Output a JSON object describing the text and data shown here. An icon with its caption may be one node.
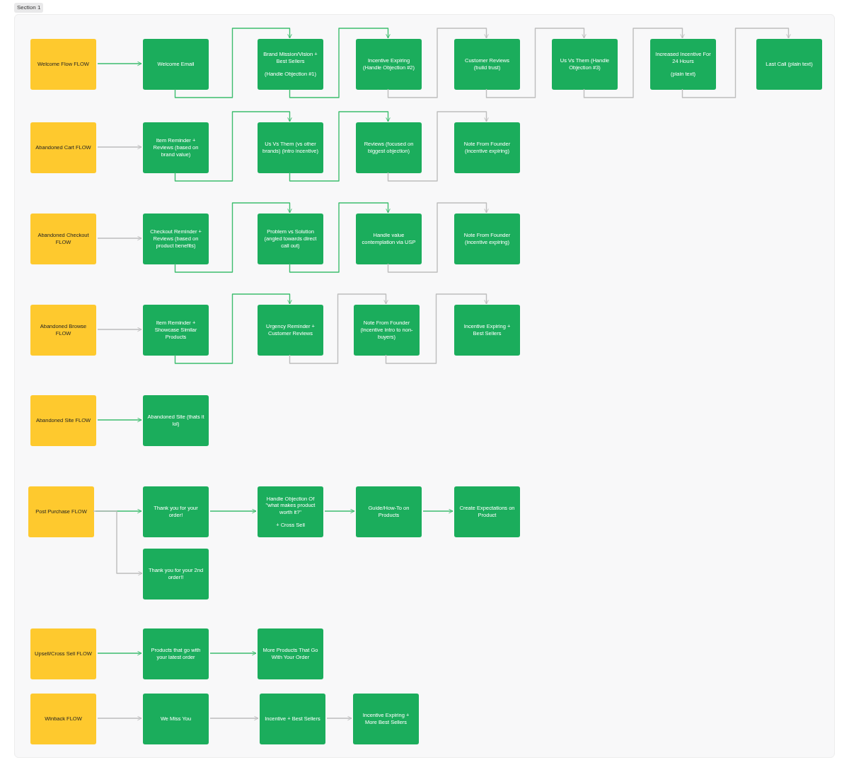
{
  "diagram": {
    "nodes": [
      {
        "text": [
          "Section 1"
        ]
      },
      {
        "text": [
          "Welcome Flow FLOW"
        ],
        "in": 0
      },
      {
        "text": [
          "Welcome Email"
        ],
        "in": 0
      },
      {
        "text": [
          "Brand Mission/Vision + Best Sellers",
          "(Handle Objection #1)"
        ],
        "in": 0
      },
      {
        "text": [
          "Incentive Expiring (Handle Objection #2)"
        ],
        "in": 0
      },
      {
        "text": [
          "Customer Reviews (build trust)"
        ],
        "in": 0
      },
      {
        "text": [
          "Us Vs Them (Handle Objection #3)"
        ],
        "in": 0
      },
      {
        "text": [
          "Increased Incentive For 24 Hours",
          "(plain text)"
        ],
        "in": 0
      },
      {
        "text": [
          "Last Call (plain text)"
        ],
        "in": 0
      },
      {
        "text": [
          "Abandoned Cart FLOW"
        ],
        "in": 0
      },
      {
        "text": [
          "Item Reminder + Reviews (based on brand value)"
        ],
        "in": 0
      },
      {
        "text": [
          "Us Vs Them (vs other brands) (intro incentive)"
        ],
        "in": 0
      },
      {
        "text": [
          "Reviews (focused on biggest objection)"
        ],
        "in": 0
      },
      {
        "text": [
          "Note From Founder (incentive expiring)"
        ],
        "in": 0
      },
      {
        "text": [
          "Abandoned Checkout FLOW"
        ],
        "in": 0
      },
      {
        "text": [
          "Checkout Reminder + Reviews (based on product benefits)"
        ],
        "in": 0
      },
      {
        "text": [
          "Problem vs Solution (angled towards direct call out)"
        ],
        "in": 0
      },
      {
        "text": [
          "Handle value contemplation via USP"
        ],
        "in": 0
      },
      {
        "text": [
          "Note From Founder (incentive expiring)"
        ],
        "in": 0
      },
      {
        "text": [
          "Abandoned Browse FLOW"
        ],
        "in": 0
      },
      {
        "text": [
          "Item Reminder + Showcase Similar Products"
        ],
        "in": 0
      },
      {
        "text": [
          "Urgency Reminder + Customer Reviews"
        ],
        "in": 0
      },
      {
        "text": [
          "Note From Founder (incentive intro to non-buyers)"
        ],
        "in": 0
      },
      {
        "text": [
          "Incentive Expiring + Best Sellers"
        ],
        "in": 0
      },
      {
        "text": [
          "Abandoned Site FLOW"
        ],
        "in": 0
      },
      {
        "text": [
          "Abandoned Site (thats it lol)"
        ],
        "in": 0
      },
      {
        "text": [
          "Post Purchase FLOW"
        ],
        "in": 0
      },
      {
        "text": [
          "Thank you for your order!"
        ],
        "in": 0
      },
      {
        "text": [
          "Handle Objection Of \"what makes product worth it?\"",
          "+ Cross Sell"
        ],
        "in": 0
      },
      {
        "text": [
          "Guide/How-To on Products"
        ],
        "in": 0
      },
      {
        "text": [
          "Create Expectations on Product"
        ],
        "in": 0
      },
      {
        "text": [
          "Thank you for your 2nd order!!"
        ],
        "in": 0
      },
      {
        "text": [
          "Upsell/Cross Sell FLOW"
        ],
        "in": 0
      },
      {
        "text": [
          "Products that go with your latest order"
        ],
        "in": 0
      },
      {
        "text": [
          "More Products That Go With Your Order"
        ],
        "in": 0
      },
      {
        "text": [
          "Winback FLOW"
        ],
        "in": 0
      },
      {
        "text": [
          "We Miss You"
        ],
        "in": 0
      },
      {
        "text": [
          "Incentive + Best Sellers"
        ],
        "in": 0
      },
      {
        "text": [
          "Incentive Expiring + More Best Sellers"
        ],
        "in": 0
      }
    ],
    "edges": [
      {
        "from": 1,
        "to": 2,
        "arrow": "to"
      },
      {
        "from": 2,
        "to": 3,
        "arrow": "to"
      },
      {
        "from": 3,
        "to": 4,
        "arrow": "to"
      },
      {
        "from": 4,
        "to": 5,
        "arrow": "to",
        "color": "#bdbdbd"
      },
      {
        "from": 5,
        "to": 6,
        "arrow": "to",
        "color": "#bdbdbd"
      },
      {
        "from": 6,
        "to": 7,
        "arrow": "to",
        "color": "#bdbdbd"
      },
      {
        "from": 7,
        "to": 8,
        "arrow": "to",
        "color": "#bdbdbd"
      },
      {
        "from": 9,
        "to": 10,
        "arrow": "to",
        "color": "#bdbdbd"
      },
      {
        "from": 10,
        "to": 11,
        "arrow": "to"
      },
      {
        "from": 11,
        "to": 12,
        "arrow": "to"
      },
      {
        "from": 12,
        "to": 13,
        "arrow": "to",
        "color": "#bdbdbd"
      },
      {
        "from": 14,
        "to": 15,
        "arrow": "to",
        "color": "#bdbdbd"
      },
      {
        "from": 15,
        "to": 16,
        "arrow": "to"
      },
      {
        "from": 16,
        "to": 17,
        "arrow": "to"
      },
      {
        "from": 17,
        "to": 18,
        "arrow": "to",
        "color": "#bdbdbd"
      },
      {
        "from": 19,
        "to": 20,
        "arrow": "to",
        "color": "#bdbdbd"
      },
      {
        "from": 20,
        "to": 21,
        "arrow": "to"
      },
      {
        "from": 21,
        "to": 22,
        "arrow": "to",
        "color": "#bdbdbd"
      },
      {
        "from": 22,
        "to": 23,
        "arrow": "to",
        "color": "#bdbdbd"
      },
      {
        "from": 24,
        "to": 25,
        "arrow": "to"
      },
      {
        "from": 26,
        "to": 27,
        "arrow": "to"
      },
      {
        "from": 26,
        "to": 31,
        "arrow": "to",
        "color": "#bdbdbd"
      },
      {
        "from": 27,
        "to": 28,
        "arrow": "to"
      },
      {
        "from": 28,
        "to": 29,
        "arrow": "to"
      },
      {
        "from": 29,
        "to": 30,
        "arrow": "to"
      },
      {
        "from": 32,
        "to": 33,
        "arrow": "to"
      },
      {
        "from": 33,
        "to": 34,
        "arrow": "to"
      },
      {
        "from": 35,
        "to": 36,
        "arrow": "to",
        "color": "#bdbdbd"
      },
      {
        "from": 36,
        "to": 37,
        "arrow": "to",
        "color": "#bdbdbd"
      },
      {
        "from": 37,
        "to": 38,
        "arrow": "to",
        "color": "#bdbdbd"
      }
    ]
  }
}
